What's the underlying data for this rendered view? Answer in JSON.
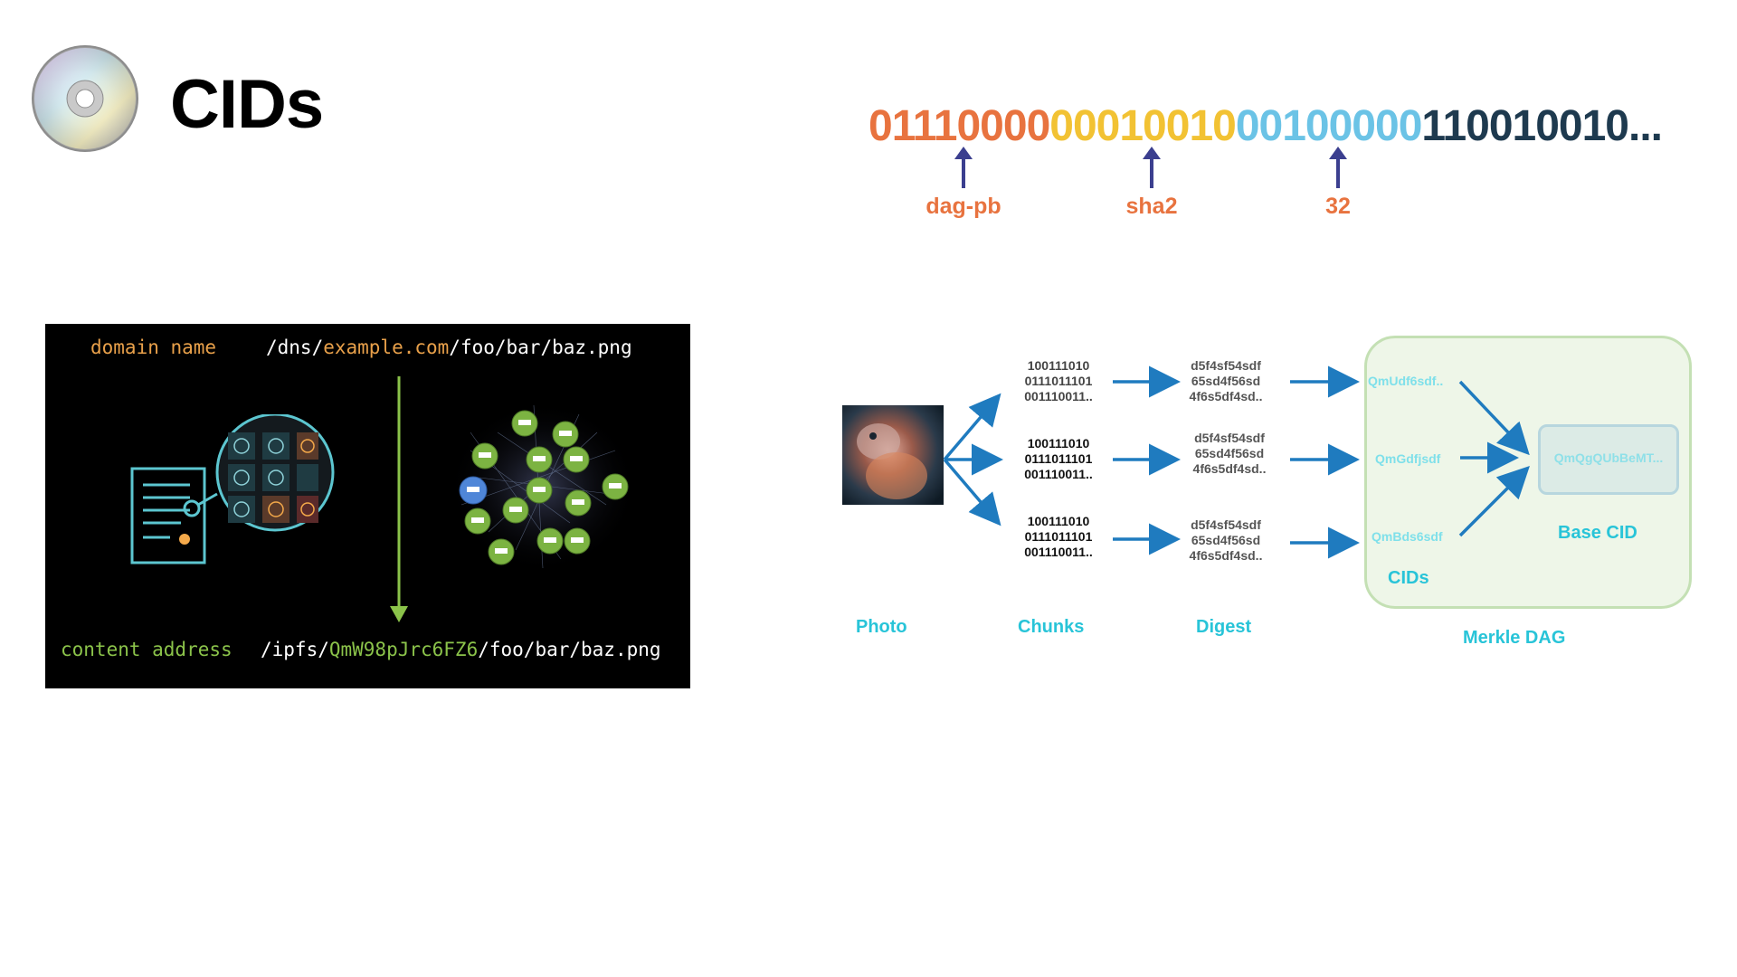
{
  "slide": {
    "title": "CIDs",
    "icon": "optical-disc-icon"
  },
  "cid_bits": {
    "segments": [
      {
        "text": "01110000",
        "color": "#e8733f"
      },
      {
        "text": "00010010",
        "color": "#f2c233"
      },
      {
        "text": "00100000",
        "color": "#6bc3e6"
      },
      {
        "text": "110010010...",
        "color": "#1e3a4f"
      }
    ],
    "labels": [
      "dag-pb",
      "sha2",
      "32"
    ],
    "arrow_color": "#3b3f8f"
  },
  "addressing": {
    "domain_label": "domain name",
    "domain_path_prefix": "/dns/",
    "domain_host": "example.com",
    "domain_path_suffix": "/foo/bar/baz.png",
    "content_label": "content address",
    "content_path_prefix": "/ipfs/",
    "content_hash": "QmW98pJrc6FZ6",
    "content_path_suffix": "/foo/bar/baz.png",
    "colors": {
      "orange": "#e8a04a",
      "green": "#8bc34a",
      "white": "#ffffff",
      "teal": "#5cc6d0"
    }
  },
  "merkle": {
    "chunks": [
      [
        "100111010",
        "0111011101",
        "001110011.."
      ],
      [
        "100111010",
        "0111011101",
        "001110011.."
      ],
      [
        "100111010",
        "0111011101",
        "001110011.."
      ]
    ],
    "digests": [
      [
        "d5f4sf54sdf",
        "65sd4f56sd",
        "4f6s5df4sd.."
      ],
      [
        "d5f4sf54sdf",
        "65sd4f56sd",
        "4f6s5df4sd.."
      ],
      [
        "d5f4sf54sdf",
        "65sd4f56sd",
        "4f6s5df4sd.."
      ]
    ],
    "cids": [
      "QmUdf6sdf..",
      "QmGdfjsdf",
      "QmBds6sdf"
    ],
    "base_cid": "QmQgQUbBeMT...",
    "base_cid_label": "Base CID",
    "cids_label": "CIDs",
    "captions": {
      "photo": "Photo",
      "chunks": "Chunks",
      "digest": "Digest",
      "merkle_dag": "Merkle DAG"
    },
    "colors": {
      "arrow": "#1f7bbf",
      "teal": "#28c4d8",
      "dag_fill": "#eef6e8",
      "dag_border": "#c4e0b4"
    }
  }
}
